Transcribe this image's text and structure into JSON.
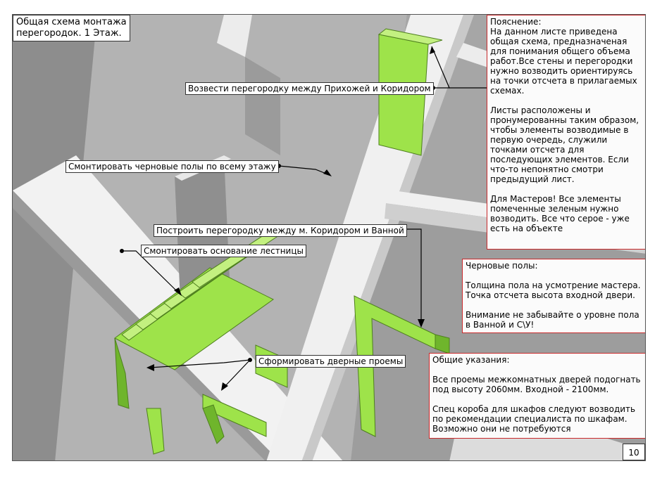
{
  "title": {
    "line1": "Общая схема монтажа",
    "line2": "перегородок. 1 Этаж."
  },
  "callouts": {
    "partition_hall": "Возвести перегородку между Прихожей и Коридором",
    "rough_floor": "Смонтировать черновые полы по всему этажу",
    "partition_bath": "Построить перегородку между м. Коридором и Ванной",
    "stairs_base": "Смонтировать основание лестницы",
    "doorways": "Сформировать дверные проемы"
  },
  "notes": {
    "explanation": {
      "heading": "Пояснение:",
      "p1": "На данном листе приведена общая схема, предназначеная для понимания общего объема работ.Все стены и перегородки нужно возводить ориентируясь на точки отсчета в прилагаемых схемах.",
      "p2": "Листы расположены и пронумерованны таким образом, чтобы элементы возводимые в первую очередь, служили точками отсчета для последующих элементов. Если что-то непонятно смотри предыдущий лист.",
      "p3": "Для Мастеров! Все элементы помеченные зеленым нужно возводить. Все что серое - уже есть на объекте"
    },
    "rough_floors": {
      "heading": "Черновые полы:",
      "p1": "Толщина пола на усмотрение мастера. Точка отсчета высота входной двери.",
      "p2": "Внимание не забывайте о уровне пола в Ванной и С\\У!"
    },
    "general": {
      "heading": "Общие указания:",
      "p1": "Все проемы межкомнатных дверей подогнать под высоту 2060мм. Входной - 2100мм.",
      "p2": "Спец короба для шкафов следуют возводить по рекомендации специалиста по шкафам. Возможно они не потребуются"
    }
  },
  "page_number": "10",
  "colors": {
    "green": "#9ee34a",
    "green_dark": "#6fb52c",
    "wall_top": "#f4f4f4",
    "floor": "#b8b8b8",
    "note_border": "#c8282a"
  }
}
